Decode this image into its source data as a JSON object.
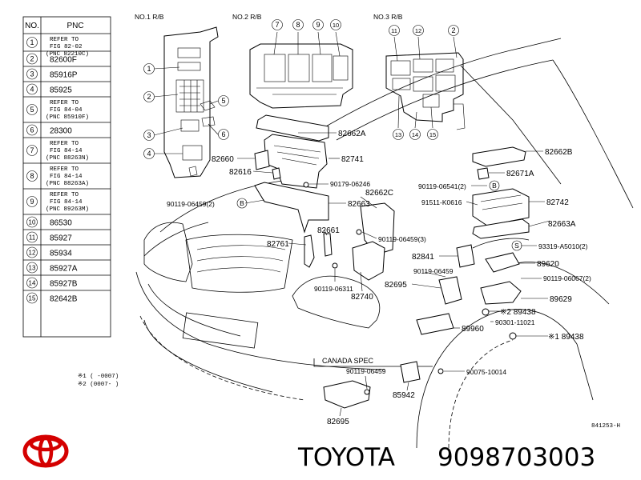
{
  "table": {
    "headers": [
      "NO.",
      "PNC"
    ],
    "rows": [
      {
        "no": "1",
        "pnc": [
          "REFER TO",
          "FIG 82-02",
          "(PNC 82210C)"
        ]
      },
      {
        "no": "2",
        "pnc": [
          "82600F"
        ]
      },
      {
        "no": "3",
        "pnc": [
          "85916P"
        ]
      },
      {
        "no": "4",
        "pnc": [
          "85925"
        ]
      },
      {
        "no": "5",
        "pnc": [
          "REFER TO",
          "FIG 84-04",
          "(PNC 85910F)"
        ]
      },
      {
        "no": "6",
        "pnc": [
          "28300"
        ]
      },
      {
        "no": "7",
        "pnc": [
          "REFER TO",
          "FIG 84-14",
          "(PNC 88263N)"
        ]
      },
      {
        "no": "8",
        "pnc": [
          "REFER TO",
          "FIG 84-14",
          "(PNC 88263A)"
        ]
      },
      {
        "no": "9",
        "pnc": [
          "REFER TO",
          "FIG 84-14",
          "(PNC 89263M)"
        ]
      },
      {
        "no": "10",
        "pnc": [
          "86530"
        ]
      },
      {
        "no": "11",
        "pnc": [
          "85927"
        ]
      },
      {
        "no": "12",
        "pnc": [
          "85934"
        ]
      },
      {
        "no": "13",
        "pnc": [
          "85927A"
        ]
      },
      {
        "no": "14",
        "pnc": [
          "85927B"
        ]
      },
      {
        "no": "15",
        "pnc": [
          "82642B"
        ]
      }
    ],
    "footnotes": [
      "※1 (    -0007)",
      "※2 (0007-    )"
    ]
  },
  "relay_blocks": {
    "rb1": "NO.1  R/B",
    "rb2": "NO.2  R/B",
    "rb3": "NO.3  R/B",
    "rb1_callouts": [
      "1",
      "2",
      "3",
      "4",
      "5",
      "6"
    ],
    "rb2_callouts": [
      "7",
      "8",
      "9",
      "10"
    ],
    "rb3_callouts": [
      "11",
      "12",
      "2",
      "13",
      "14",
      "15"
    ]
  },
  "labels": {
    "l82662A": "82662A",
    "l82660": "82660",
    "l82741": "82741",
    "l82616": "82616",
    "l90179": "90179-06246",
    "l82662C": "82662C",
    "l90119_06459_2": "90119-06459(2)",
    "lB": "B",
    "l82663": "82663",
    "l82761": "82761",
    "l82661": "82661",
    "l90119_06459_3": "90119-06459(3)",
    "l90119_06311": "90119-06311",
    "l82740": "82740",
    "l82695": "82695",
    "l82662B": "82662B",
    "l82671A": "82671A",
    "l90119_06541": "90119-06541(2)",
    "l91511": "91511-K0616",
    "l82742": "82742",
    "l82663A": "82663A",
    "lS": "S",
    "l93319": "93319-A5010(2)",
    "l82841": "82841",
    "l89620": "89620",
    "l90119_06459": "90119-06459",
    "l90119_06067": "90119-06067(2)",
    "l89629": "89629",
    "l89438a": "※2 89438",
    "l90301": "90301-11021",
    "l89960": "89960",
    "l89438b": "※1 89438",
    "canada": "CANADA   SPEC",
    "c90119": "90119-06459",
    "c90075": "90075-10014",
    "c85942": "85942",
    "c82695": "82695",
    "figno": "841253-H"
  },
  "brand": {
    "name": "TOYOTA",
    "part_number": "9098703003",
    "logo_color": "#d40000"
  }
}
